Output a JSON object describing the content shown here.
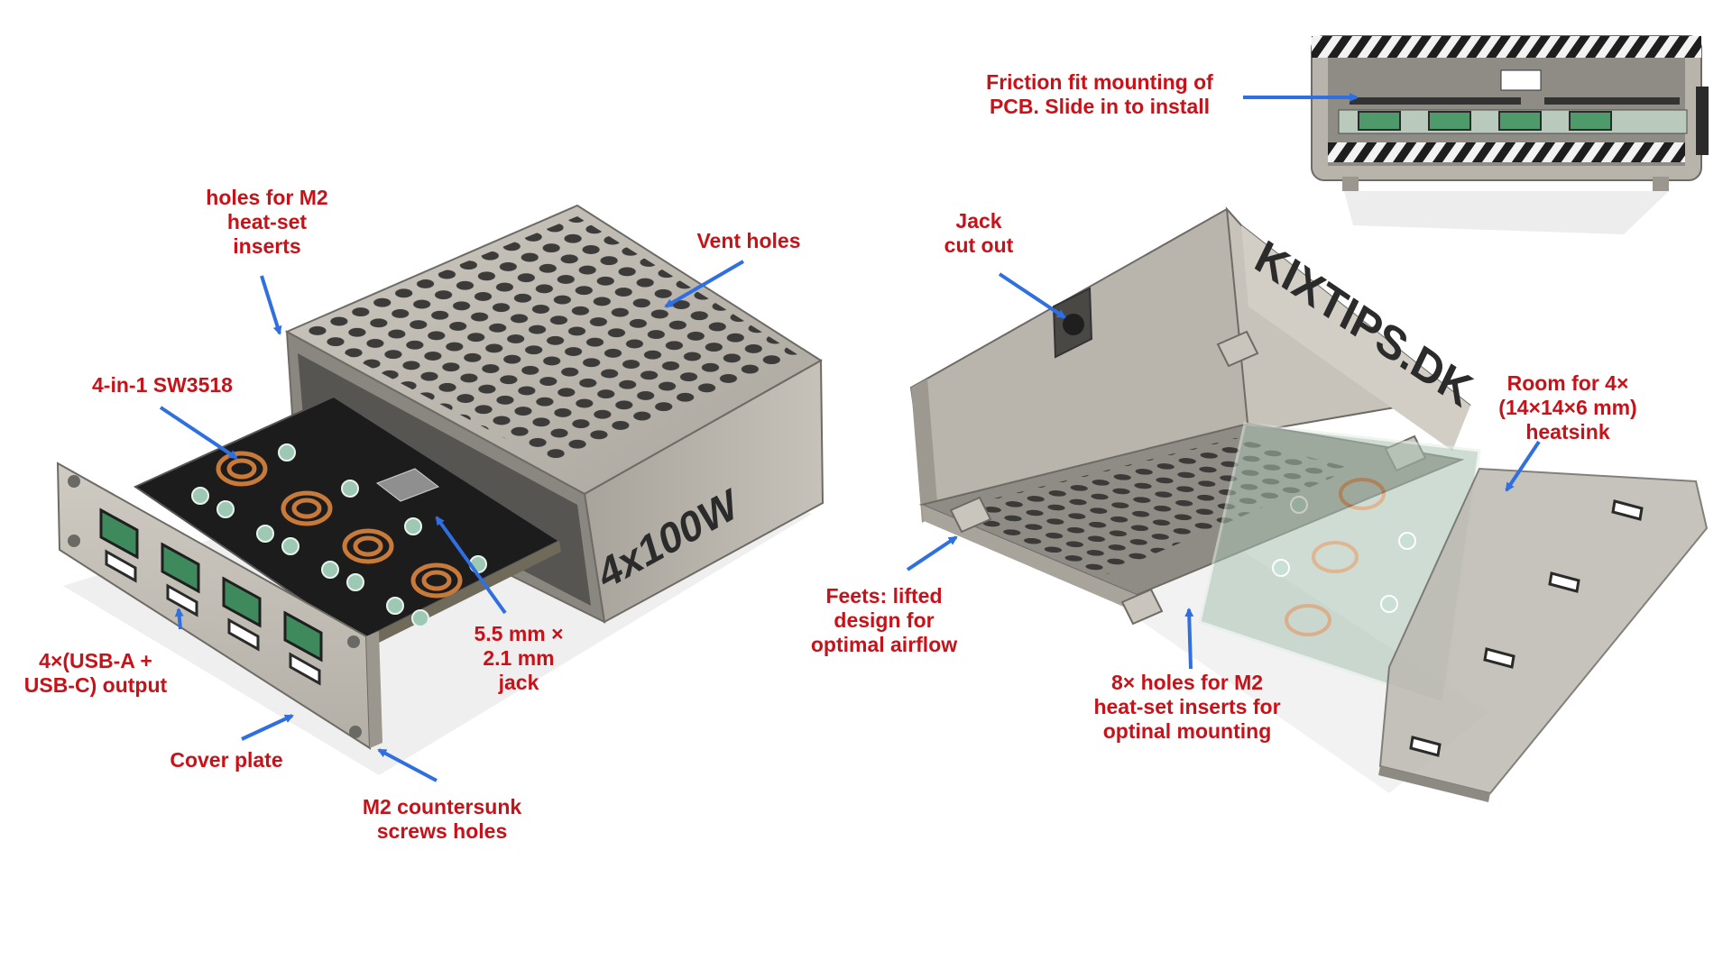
{
  "annotations": {
    "heatset_holes": [
      "holes for M2",
      "heat-set",
      "inserts"
    ],
    "vent_holes": [
      "Vent holes"
    ],
    "sw3518": [
      "4-in-1 SW3518"
    ],
    "usb_output": [
      "4×(USB-A +",
      "USB-C) output"
    ],
    "cover_plate": [
      "Cover plate"
    ],
    "countersunk": [
      "M2 countersunk",
      "screws holes"
    ],
    "jack_size": [
      "5.5 mm ×",
      "2.1 mm",
      "jack"
    ],
    "friction_fit": [
      "Friction fit mounting of",
      "PCB. Slide in to install"
    ],
    "jack_cutout": [
      "Jack",
      "cut out"
    ],
    "room_heatsink": [
      "Room for 4×",
      "(14×14×6 mm)",
      "heatsink"
    ],
    "feet": [
      "Feets: lifted",
      "design for",
      "optimal airflow"
    ],
    "inserts_8x": [
      "8× holes for M2",
      "heat-set inserts for",
      "optinal mounting"
    ]
  },
  "engravings": {
    "left_side": "4x100W",
    "right_wall": "KIXTIPS.DK"
  },
  "colors": {
    "label_text": "#c8121a",
    "arrow": "#2f6fe0",
    "enclosure": "#b8b4ac",
    "pcb": "#1c1c1c",
    "copper": "#c87a3a",
    "usb_green": "#3f8a5c"
  }
}
